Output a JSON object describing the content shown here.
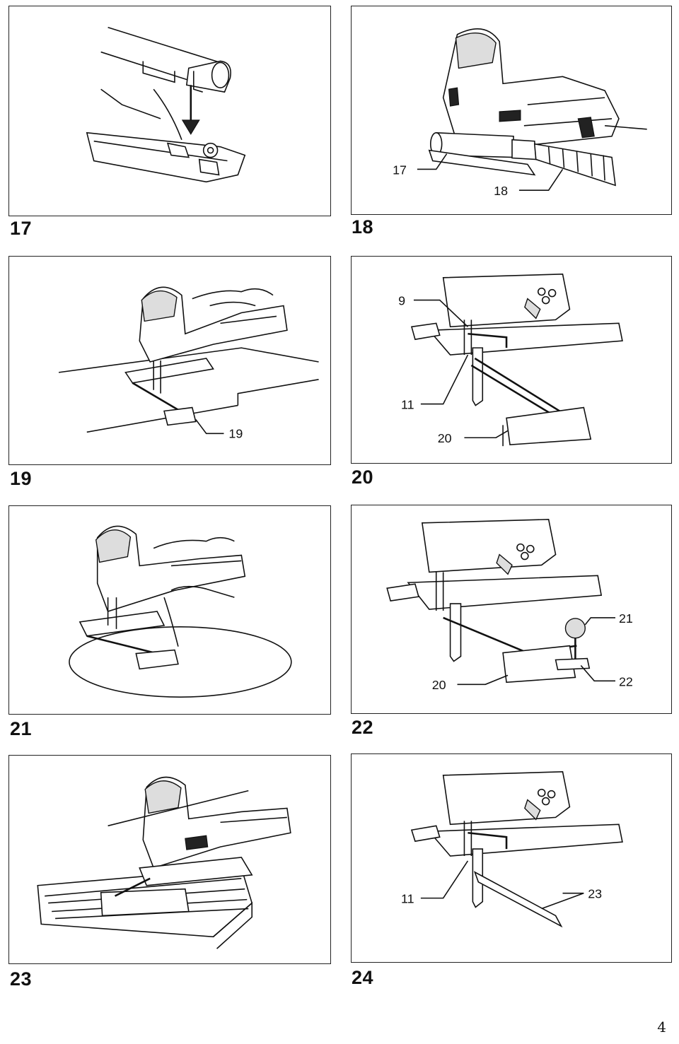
{
  "page_number": "4",
  "figures": [
    {
      "number": "17",
      "callouts": []
    },
    {
      "number": "18",
      "callouts": [
        "17",
        "18"
      ]
    },
    {
      "number": "19",
      "callouts": [
        "19"
      ]
    },
    {
      "number": "20",
      "callouts": [
        "9",
        "11",
        "20"
      ]
    },
    {
      "number": "21",
      "callouts": []
    },
    {
      "number": "22",
      "callouts": [
        "21",
        "22",
        "20"
      ]
    },
    {
      "number": "23",
      "callouts": []
    },
    {
      "number": "24",
      "callouts": [
        "11",
        "23"
      ]
    }
  ]
}
